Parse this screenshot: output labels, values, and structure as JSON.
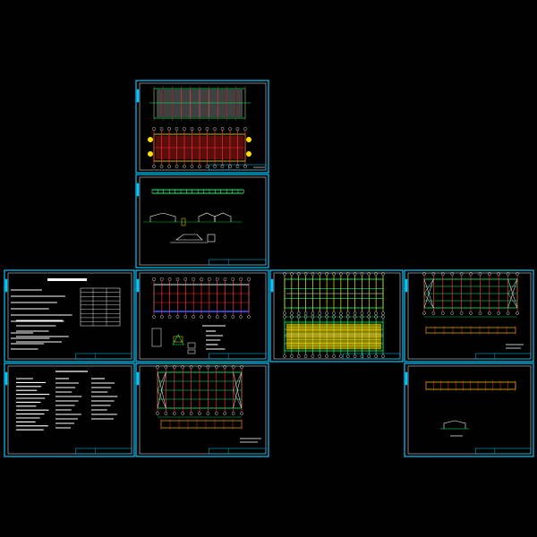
{
  "drawing_set": {
    "background": "#000000",
    "frame_color": "#00c8ff",
    "line_green": "#00ff66",
    "line_red": "#ff2a2a",
    "line_yellow": "#ffe100",
    "line_white": "#ffffff",
    "line_cyan": "#00e5ff",
    "line_blue": "#3a5cff",
    "sheets": [
      {
        "id": "s1",
        "kind": "plans-top"
      },
      {
        "id": "s2",
        "kind": "elevation-details"
      },
      {
        "id": "s3",
        "kind": "design-notes",
        "title": "结构设计总说明"
      },
      {
        "id": "s4",
        "kind": "foundation-plan"
      },
      {
        "id": "s5",
        "kind": "roof-plan"
      },
      {
        "id": "s6",
        "kind": "bracing-plan"
      },
      {
        "id": "s7",
        "kind": "notes-text",
        "title": "结构设计说明"
      },
      {
        "id": "s8",
        "kind": "bracing-plan-2"
      },
      {
        "id": "s9",
        "kind": "elevation-small"
      }
    ]
  }
}
